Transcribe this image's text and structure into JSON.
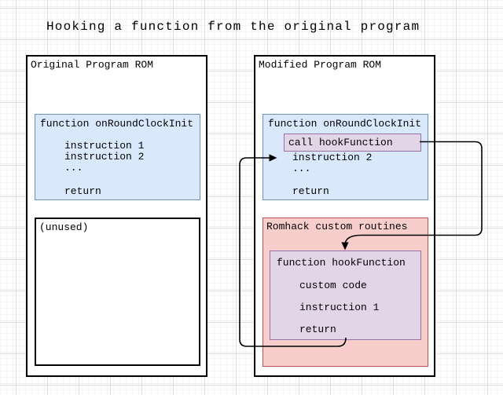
{
  "title": "Hooking a function from the original program",
  "original_rom": {
    "label": "Original Program ROM",
    "function_block": {
      "lines": [
        "function onRoundClockInit",
        "instruction 1",
        "instruction 2",
        "...",
        "return"
      ]
    },
    "unused_label": "(unused)"
  },
  "modified_rom": {
    "label": "Modified Program ROM",
    "function_block": {
      "header": "function onRoundClockInit",
      "hook_call": "call hookFunction",
      "lines": [
        "instruction 2",
        "...",
        "return"
      ]
    },
    "romhack": {
      "label": "Romhack custom routines",
      "hook_function": {
        "lines": [
          "function hookFunction",
          "custom code",
          "instruction 1",
          "return"
        ]
      }
    }
  },
  "colors": {
    "blue_fill": "#dae8fc",
    "blue_stroke": "#6c8ebf",
    "red_fill": "#f8cecc",
    "red_stroke": "#b85450",
    "purple_fill": "#e1d5e7",
    "purple_stroke": "#9673a6",
    "connector": "#000000",
    "grid_major": "#e1e1e1",
    "grid_minor": "#f4f4f4"
  }
}
